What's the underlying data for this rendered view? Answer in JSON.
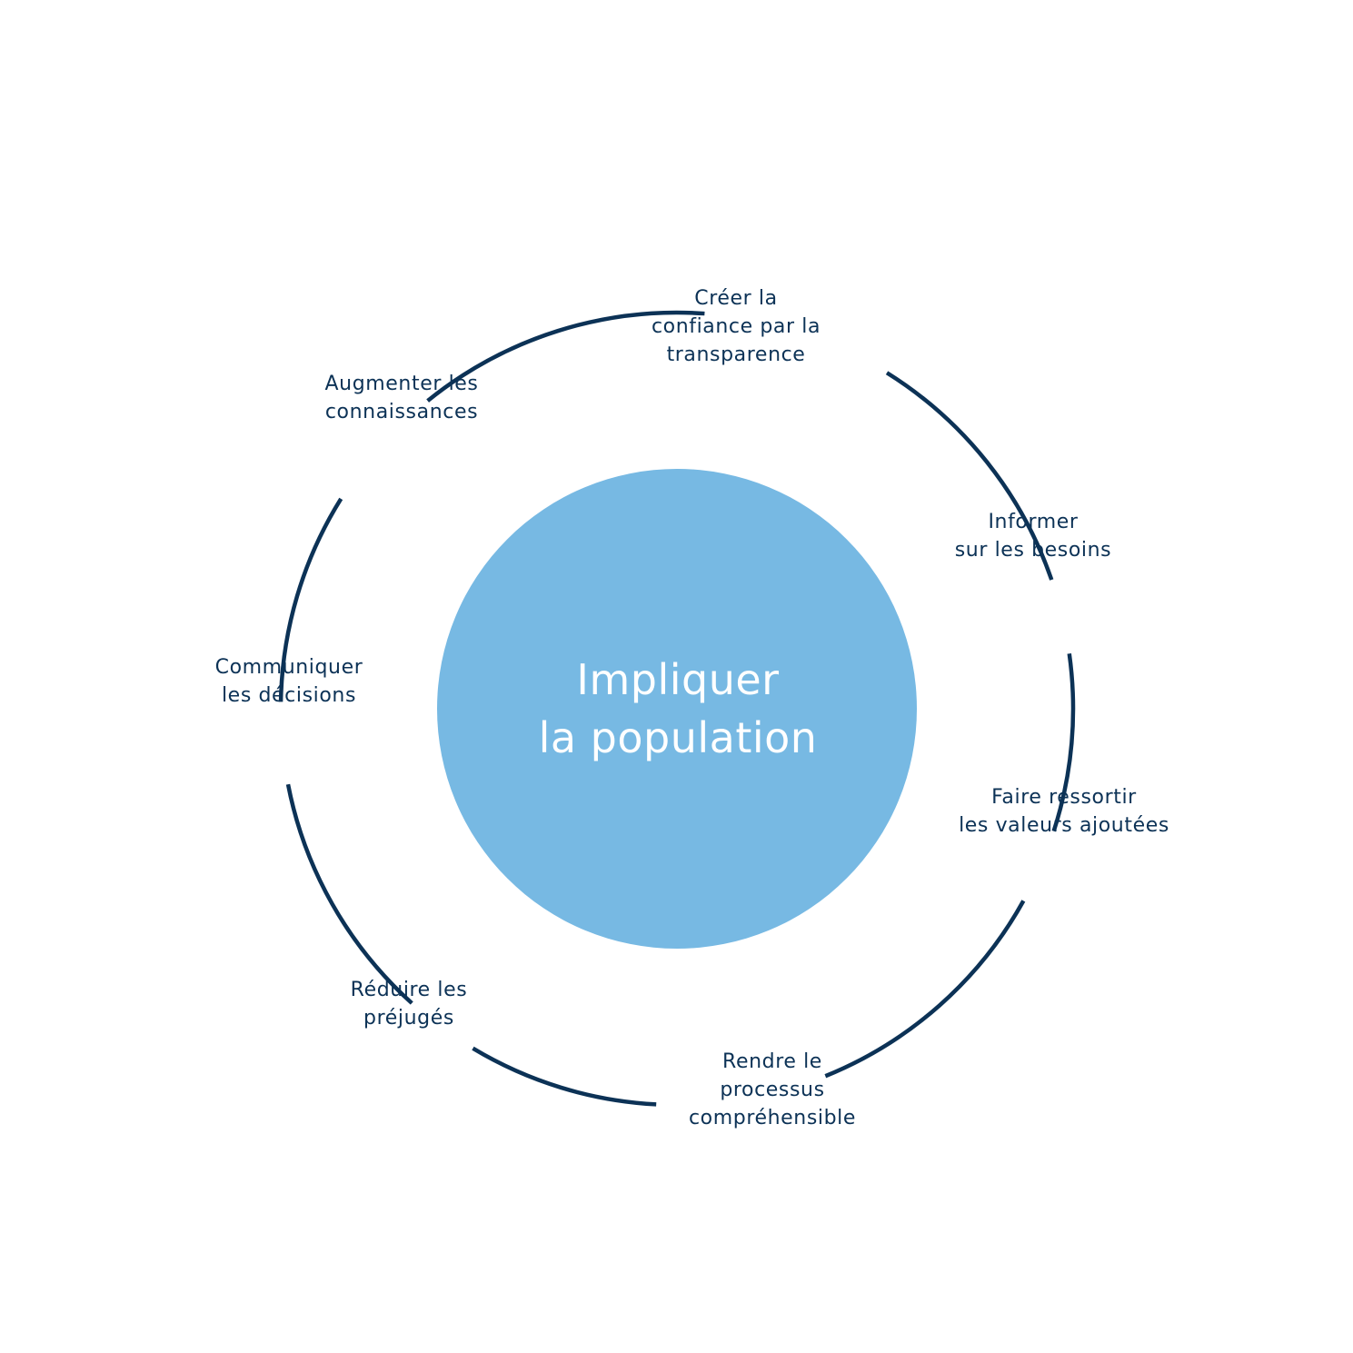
{
  "colors": {
    "background": "#ffffff",
    "center_fill": "#77b9e3",
    "center_text": "#ffffff",
    "ring_stroke": "#0c3256",
    "label_text": "#0c3256"
  },
  "center": {
    "title_line1": "Impliquer",
    "title_line2": "la population"
  },
  "steps": [
    {
      "id": "trust",
      "line1": "Créer la",
      "line2": "confiance par la",
      "line3": "transparence"
    },
    {
      "id": "needs",
      "line1": "Informer",
      "line2": "sur les besoins"
    },
    {
      "id": "values",
      "line1": "Faire ressortir",
      "line2": "les valeurs ajoutées"
    },
    {
      "id": "process",
      "line1": "Rendre le",
      "line2": "processus",
      "line3": "compréhensible"
    },
    {
      "id": "prejudice",
      "line1": "Réduire les",
      "line2": "préjugés"
    },
    {
      "id": "decisions",
      "line1": "Communiquer",
      "line2": "les décisions"
    },
    {
      "id": "knowledge",
      "line1": "Augmenter les",
      "line2": "connaissances"
    }
  ]
}
